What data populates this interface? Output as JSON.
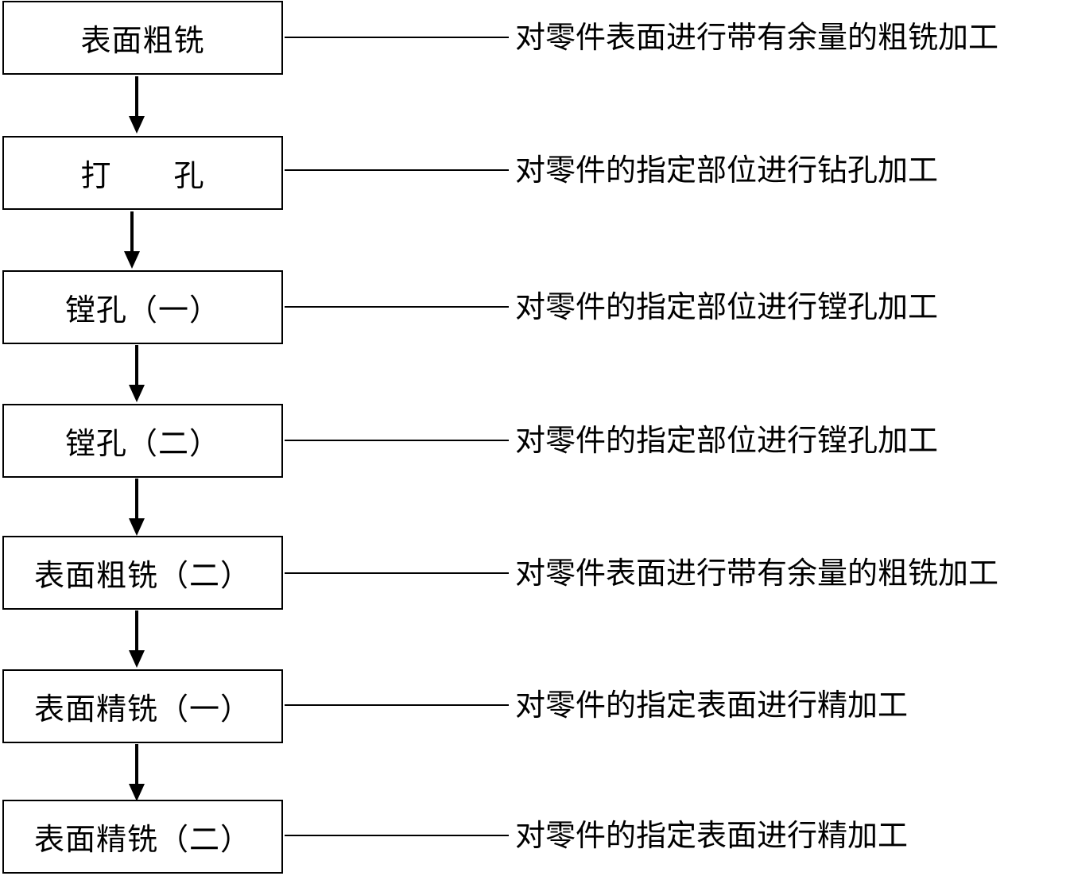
{
  "steps": [
    {
      "label": "表面粗铣",
      "description": "对零件表面进行带有余量的粗铣加工"
    },
    {
      "label": "打　　孔",
      "description": "对零件的指定部位进行钻孔加工"
    },
    {
      "label": "镗孔（一）",
      "description": "对零件的指定部位进行镗孔加工"
    },
    {
      "label": "镗孔（二）",
      "description": "对零件的指定部位进行镗孔加工"
    },
    {
      "label": "表面粗铣（二）",
      "description": "对零件表面进行带有余量的粗铣加工"
    },
    {
      "label": "表面精铣（一）",
      "description": "对零件的指定表面进行精加工"
    },
    {
      "label": "表面精铣（二）",
      "description": "对零件的指定表面进行精加工"
    }
  ]
}
